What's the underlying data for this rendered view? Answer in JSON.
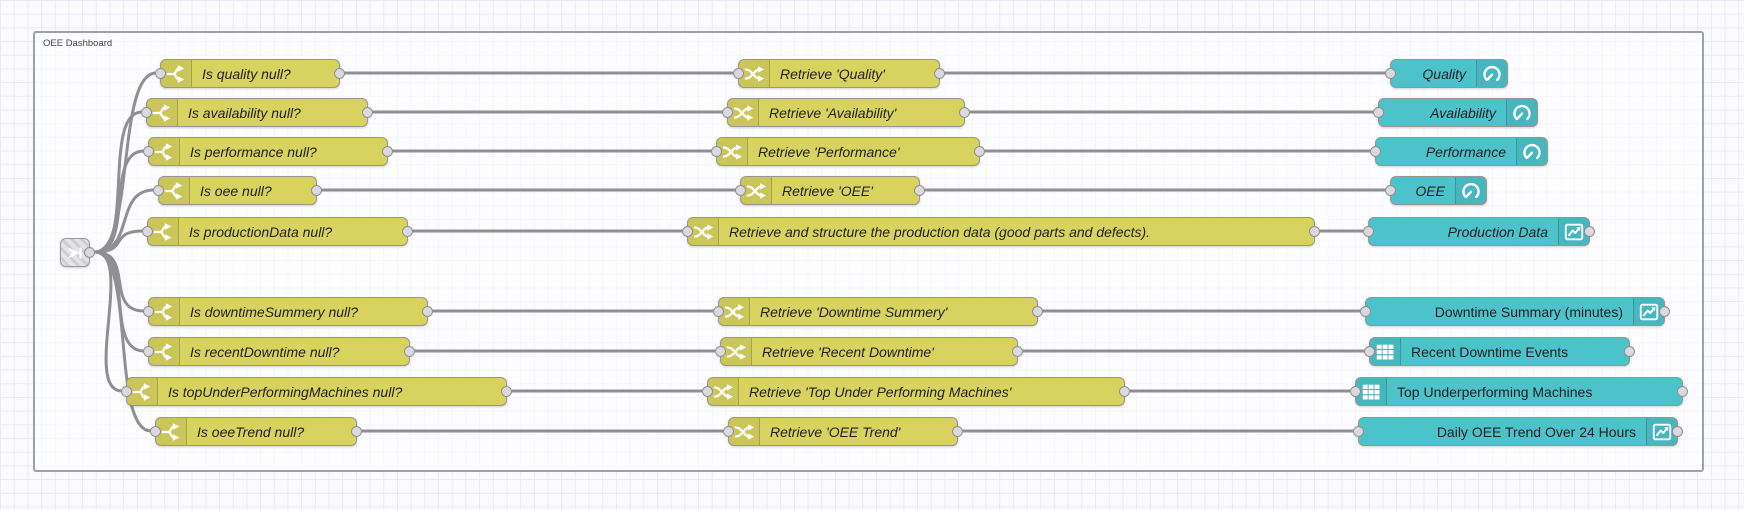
{
  "workspace": {
    "group_label": "OEE Dashboard"
  },
  "nodes": {
    "link_in": {
      "type": "link in"
    },
    "switches": [
      {
        "label": "Is quality null?"
      },
      {
        "label": "Is availability null?"
      },
      {
        "label": "Is performance null?"
      },
      {
        "label": "Is oee null?"
      },
      {
        "label": "Is productionData null?"
      },
      {
        "label": "Is downtimeSummery null?"
      },
      {
        "label": "Is recentDowntime null?"
      },
      {
        "label": "Is topUnderPerformingMachines null?"
      },
      {
        "label": "Is oeeTrend null?"
      }
    ],
    "changes": [
      {
        "label": "Retrieve 'Quality'"
      },
      {
        "label": "Retrieve 'Availability'"
      },
      {
        "label": "Retrieve 'Performance'"
      },
      {
        "label": "Retrieve 'OEE'"
      },
      {
        "label": "Retrieve and structure the production data (good parts and defects)."
      },
      {
        "label": "Retrieve 'Downtime Summery'"
      },
      {
        "label": "Retrieve 'Recent Downtime'"
      },
      {
        "label": "Retrieve 'Top Under Performing Machines'"
      },
      {
        "label": "Retrieve 'OEE Trend'"
      }
    ],
    "widgets": [
      {
        "label": "Quality",
        "icon": "gauge-icon"
      },
      {
        "label": "Availability",
        "icon": "gauge-icon"
      },
      {
        "label": "Performance",
        "icon": "gauge-icon"
      },
      {
        "label": "OEE",
        "icon": "gauge-icon"
      },
      {
        "label": "Production Data",
        "icon": "chart-icon"
      },
      {
        "label": "Downtime Summary (minutes)",
        "icon": "chart-icon"
      },
      {
        "label": "Recent Downtime Events",
        "icon": "table-icon"
      },
      {
        "label": "Top Underperforming Machines",
        "icon": "table-icon"
      },
      {
        "label": "Daily OEE Trend Over 24 Hours",
        "icon": "chart-icon"
      }
    ]
  },
  "colors": {
    "switch_change_node": "#d8d35f",
    "dashboard_node": "#4cc2cb",
    "wire": "#8f8f94",
    "grid_line": "#e9eaf5",
    "group_border": "#9da0ae"
  }
}
